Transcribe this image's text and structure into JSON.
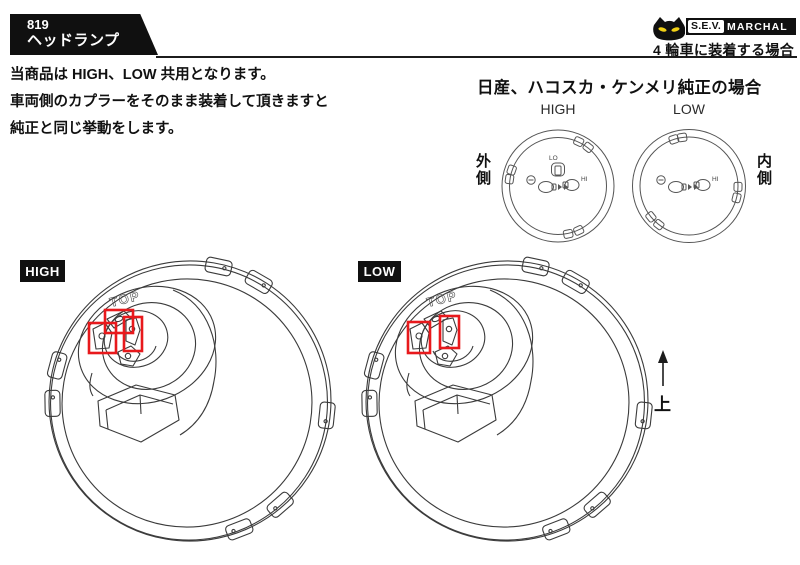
{
  "header": {
    "product_number": "819",
    "product_name": "ヘッドランプ",
    "brand_sev": "S.E.V.",
    "brand_marchal": "MARCHAL",
    "usage_note": "4 輪車に装着する場合"
  },
  "intro": {
    "lines": [
      "当商品は HIGH、LOW 共用となります。",
      "車両側のカプラーをそのまま装着して頂きますと",
      "純正と同じ挙動をします。"
    ]
  },
  "diagrams": {
    "title": "日産、ハコスカ・ケンメリ純正の場合",
    "high": {
      "label": "HIGH",
      "side_label": "外側",
      "lo_label": "LO",
      "hi_label": "HI",
      "minus_symbol": "⊖"
    },
    "low": {
      "label": "LOW",
      "side_label": "内側",
      "hi_label": "HI",
      "minus_symbol": "⊖"
    }
  },
  "lamps": {
    "high": {
      "label": "HIGH",
      "top_marking": "TOP",
      "highlighted_terminals": 3
    },
    "low": {
      "label": "LOW",
      "top_marking": "TOP",
      "highlighted_terminals": 2
    }
  },
  "orientation": {
    "up_label": "上"
  },
  "colors": {
    "accent_red": "#e8191c",
    "line_art": "#3b3b3b",
    "black": "#101010",
    "cat_eye_yellow": "#f2d115"
  }
}
